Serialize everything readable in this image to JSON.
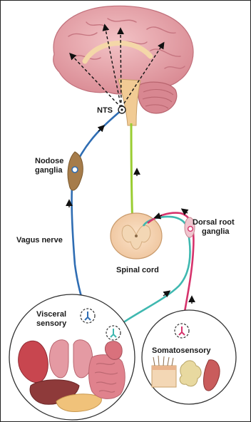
{
  "labels": {
    "nts": "NTS",
    "nodose": [
      "Nodose",
      "ganglia"
    ],
    "vagus": "Vagus nerve",
    "dorsal_root": [
      "Dorsal root",
      "ganglia"
    ],
    "spinal_cord": "Spinal cord",
    "visceral": [
      "Visceral",
      "sensory"
    ],
    "somatosensory": "Somatosensory"
  },
  "colors": {
    "vagus_nerve": "#2f6db3",
    "spinal_pathway": "#9acd32",
    "visceral_spinal_afferent": "#3fb8b0",
    "somatic_afferent": "#d6336c",
    "brain": "#e8a7ad"
  }
}
